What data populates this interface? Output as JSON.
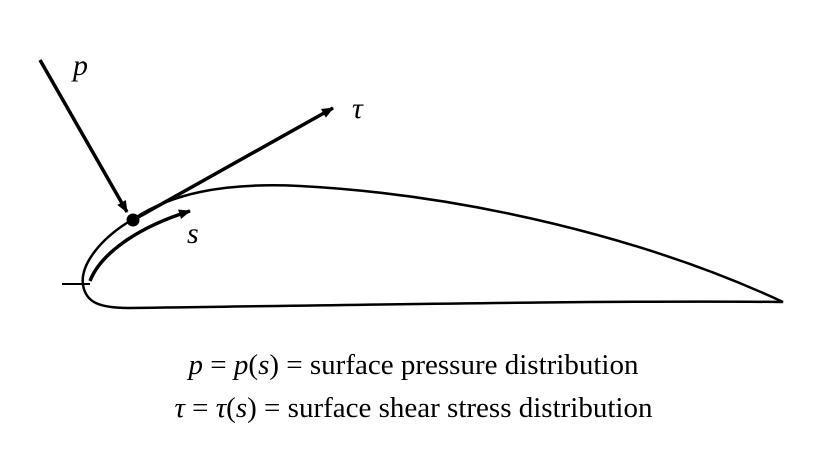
{
  "labels": {
    "pressure": "p",
    "shear": "τ",
    "arc": "s"
  },
  "captions": [
    {
      "sym": "p",
      "eq1": " = ",
      "fn": "p",
      "arg_open": "(",
      "arg": "s",
      "arg_close": ")",
      "eq2": " = ",
      "desc": "surface pressure distribution"
    },
    {
      "sym": "τ",
      "eq1": " = ",
      "fn": "τ",
      "arg_open": "(",
      "arg": "s",
      "arg_close": ")",
      "eq2": " = ",
      "desc": "surface shear stress distribution"
    }
  ]
}
